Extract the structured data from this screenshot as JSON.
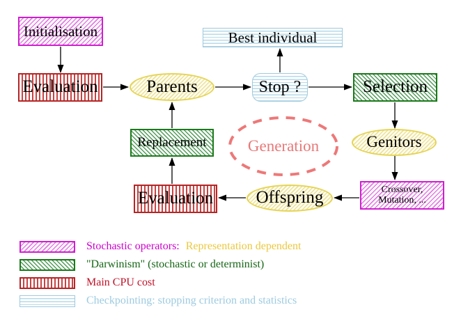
{
  "diagram": {
    "title_hint": "evolutionary-algorithm-flowchart",
    "nodes": {
      "initialisation": "Initialisation",
      "evaluation_top": "Evaluation",
      "parents": "Parents",
      "stop": "Stop ?",
      "best_individual": "Best individual",
      "selection": "Selection",
      "genitors": "Genitors",
      "crossover_line1": "Crossover,",
      "crossover_line2": "Mutation, ...",
      "offspring": "Offspring",
      "evaluation_bottom": "Evaluation",
      "replacement": "Replacement",
      "generation": "Generation"
    },
    "legend": {
      "items": [
        {
          "pattern": "magenta-diagonal-hatch",
          "text": "Stochastic operators:",
          "text2": "Representation dependent",
          "text_color": "#cc00cc",
          "text2_color": "#ecc83c"
        },
        {
          "pattern": "green-diagonal-hatch",
          "text": "\"Darwinism\" (stochastic or determinist)",
          "text_color": "#156615"
        },
        {
          "pattern": "red-vertical-lines",
          "text": "Main CPU cost",
          "text_color": "#c01228"
        },
        {
          "pattern": "cyan-horizontal-lines",
          "text": "Checkpointing: stopping criterion and statistics",
          "text_color": "#9dcbe0"
        }
      ]
    },
    "colors": {
      "magenta_border": "#cf1fcf",
      "green_border": "#1a7a1a",
      "red_border": "#b52525",
      "cyan_border": "#9fc9dc",
      "yellow_border": "#e5d455",
      "generation_dash": "#ee7878",
      "arrow": "#000000",
      "node_text": "#000000",
      "background": "#ffffff"
    }
  }
}
